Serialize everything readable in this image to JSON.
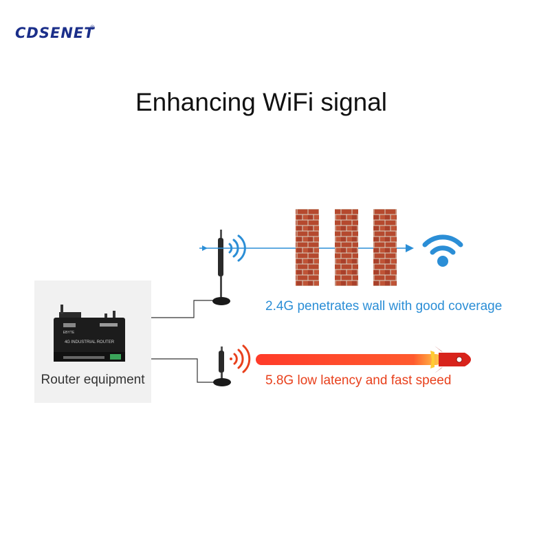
{
  "brand": {
    "name": "CDSENET",
    "mark": "®"
  },
  "title": "Enhancing WiFi signal",
  "router": {
    "label": "Router equipment",
    "device_text": "4G INDUSTRIAL ROUTER",
    "brand_text": "EBYTE"
  },
  "bands": {
    "band_24": {
      "caption": "2.4G penetrates wall with good coverage",
      "color": "#2b8ed6"
    },
    "band_58": {
      "caption": "5.8G low latency and fast speed",
      "color": "#e8401c"
    }
  }
}
